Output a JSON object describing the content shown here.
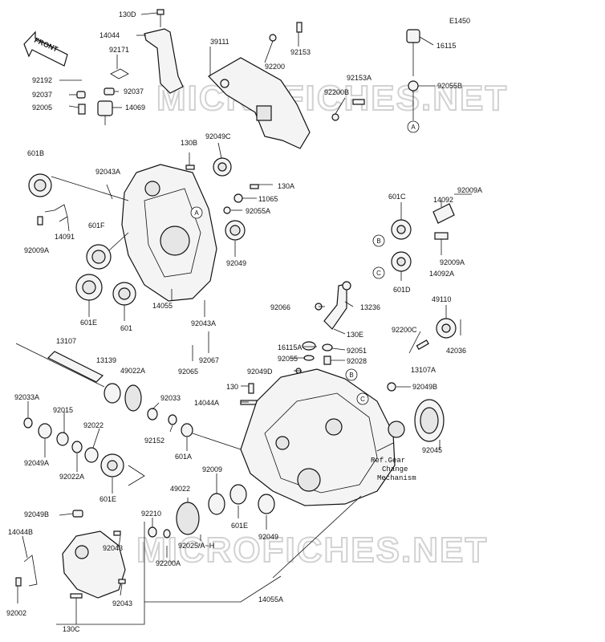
{
  "diagram_code": "E1450",
  "watermark": "MICROFICHES.NET",
  "front_label": "FRONT",
  "labels": {
    "p130D": "130D",
    "p14044": "14044",
    "p92171": "92171",
    "p92192": "92192",
    "p92037a": "92037",
    "p92037b": "92037",
    "p14069": "14069",
    "p92005": "92005",
    "p39111": "39111",
    "p92153": "92153",
    "p92200": "92200",
    "p92153A": "92153A",
    "p92200B": "92200B",
    "p16115": "16115",
    "p92055B": "92055B",
    "p601B": "601B",
    "p92043A_top": "92043A",
    "p130B": "130B",
    "p92049C": "92049C",
    "p130A": "130A",
    "p11065": "11065",
    "p92055A": "92055A",
    "p92009A_left": "92009A",
    "p14091": "14091",
    "p601F": "601F",
    "p92049_upper": "92049",
    "p601C": "601C",
    "p14092": "14092",
    "p92009A_right1": "92009A",
    "p92009A_right2": "92009A",
    "p14092A": "14092A",
    "p601D": "601D",
    "p601E_left": "601E",
    "p601": "601",
    "p14055": "14055",
    "p92043A_mid": "92043A",
    "p92067": "92067",
    "p92065": "92065",
    "p92066": "92066",
    "p13236": "13236",
    "p49110": "49110",
    "p130E": "130E",
    "p42036": "42036",
    "p13107": "13107",
    "p16115A": "16115A",
    "p92051": "92051",
    "p92200C": "92200C",
    "p92055": "92055",
    "p92028": "92028",
    "p13107A": "13107A",
    "p13139": "13139",
    "p49022A": "49022A",
    "p92049D": "92049D",
    "p130": "130",
    "p92049B_right": "92049B",
    "p92033A": "92033A",
    "p14044A": "14044A",
    "p92033": "92033",
    "p92015": "92015",
    "p92022": "92022",
    "p92152": "92152",
    "p601A": "601A",
    "p92045": "92045",
    "p92049A": "92049A",
    "p92022A": "92022A",
    "p601E_mid": "601E",
    "p92009": "92009",
    "p49022": "49022",
    "p601E_right": "601E",
    "p92049_lower": "92049",
    "p92210": "92210",
    "p92049B_left": "92049B",
    "p14044B": "14044B",
    "p92043_a": "92043",
    "p92025": "92025/A~H",
    "p92200A": "92200A",
    "p92043_b": "92043",
    "p92002": "92002",
    "p130C": "130C",
    "p14055A": "14055A"
  },
  "note": [
    "Ref.Gear",
    "Change",
    "Mechanism"
  ],
  "callouts": {
    "A": "A",
    "B": "B",
    "C": "C"
  }
}
